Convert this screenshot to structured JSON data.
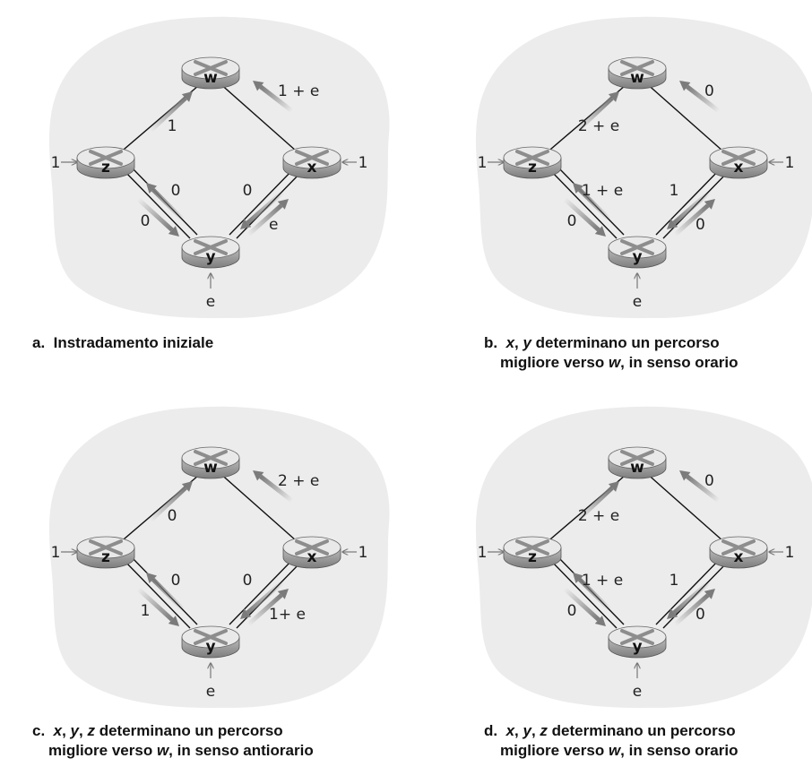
{
  "panels": [
    {
      "id": "a",
      "node_labels": {
        "w": "w",
        "x": "x",
        "y": "y",
        "z": "z"
      },
      "input_labels": {
        "z": "1",
        "x": "1",
        "y": "e"
      },
      "flows": {
        "zw": "1",
        "xw": "1 + e",
        "zy_up": "0",
        "zy_down": "0",
        "xy_to_y": "0",
        "xy_to_x": "e"
      },
      "caption": {
        "letter": "a.",
        "line1": [
          "Instradamento iniziale"
        ],
        "line2": ""
      }
    },
    {
      "id": "b",
      "node_labels": {
        "w": "w",
        "x": "x",
        "y": "y",
        "z": "z"
      },
      "input_labels": {
        "z": "1",
        "x": "1",
        "y": "e"
      },
      "flows": {
        "zw": "2 + e",
        "xw": "0",
        "zy_up": "1 + e",
        "zy_down": "0",
        "xy_to_y": "1",
        "xy_to_x": "0"
      },
      "caption": {
        "letter": "b.",
        "line1": [
          "x",
          ", ",
          "y",
          " determinano un percorso"
        ],
        "line2": "migliore verso w, in senso orario"
      }
    },
    {
      "id": "c",
      "node_labels": {
        "w": "w",
        "x": "x",
        "y": "y",
        "z": "z"
      },
      "input_labels": {
        "z": "1",
        "x": "1",
        "y": "e"
      },
      "flows": {
        "zw": "0",
        "xw": "2 + e",
        "zy_up": "0",
        "zy_down": "1",
        "xy_to_y": "0",
        "xy_to_x": "1+ e"
      },
      "caption": {
        "letter": "c.",
        "line1": [
          "x",
          ", ",
          "y",
          ", ",
          "z",
          " determinano un percorso"
        ],
        "line2": "migliore verso w, in senso antiorario"
      }
    },
    {
      "id": "d",
      "node_labels": {
        "w": "w",
        "x": "x",
        "y": "y",
        "z": "z"
      },
      "input_labels": {
        "z": "1",
        "x": "1",
        "y": "e"
      },
      "flows": {
        "zw": "2 + e",
        "xw": "0",
        "zy_up": "1 + e",
        "zy_down": "0",
        "xy_to_y": "1",
        "xy_to_x": "0"
      },
      "caption": {
        "letter": "d.",
        "line1": [
          "x",
          ", ",
          "y",
          ", ",
          "z",
          " determinano un percorso"
        ],
        "line2": "migliore verso w, in senso orario"
      }
    }
  ],
  "colors": {
    "cloud": "#ececec",
    "router_top": "#e9e9e9",
    "router_side": "#9a9a9a",
    "arrow": "#7b7b7b",
    "link": "#111111",
    "text": "#222222"
  }
}
